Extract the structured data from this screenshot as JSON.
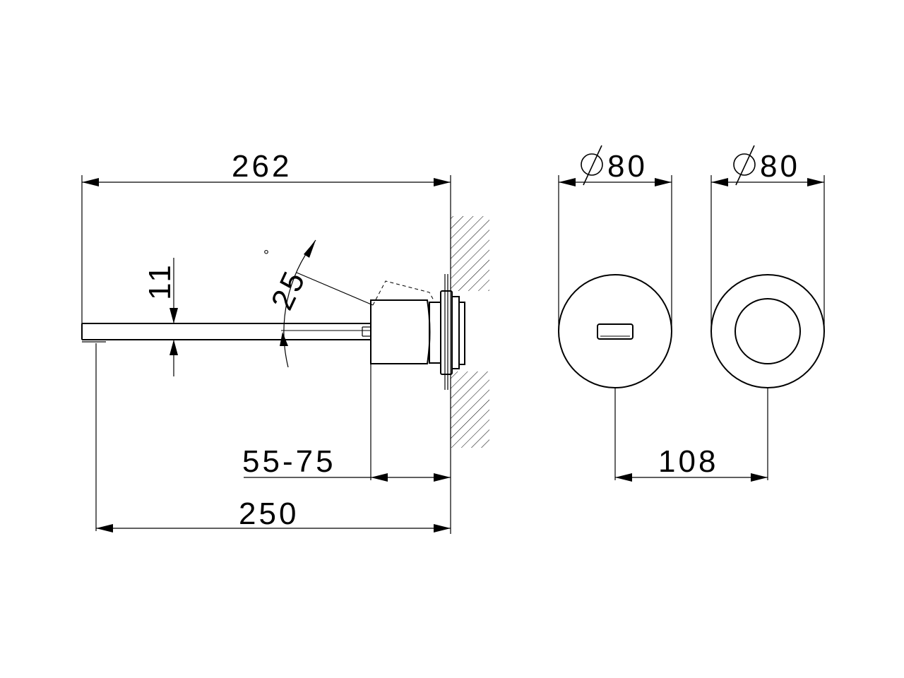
{
  "dimensions": {
    "total_length": "262",
    "spout_thickness": "11",
    "spout_angle": "25",
    "degree_symbol": "°",
    "wall_depth_range": "55-75",
    "projection": "250",
    "rosette_diameter_left": "80",
    "rosette_diameter_right": "80",
    "center_distance": "108"
  }
}
